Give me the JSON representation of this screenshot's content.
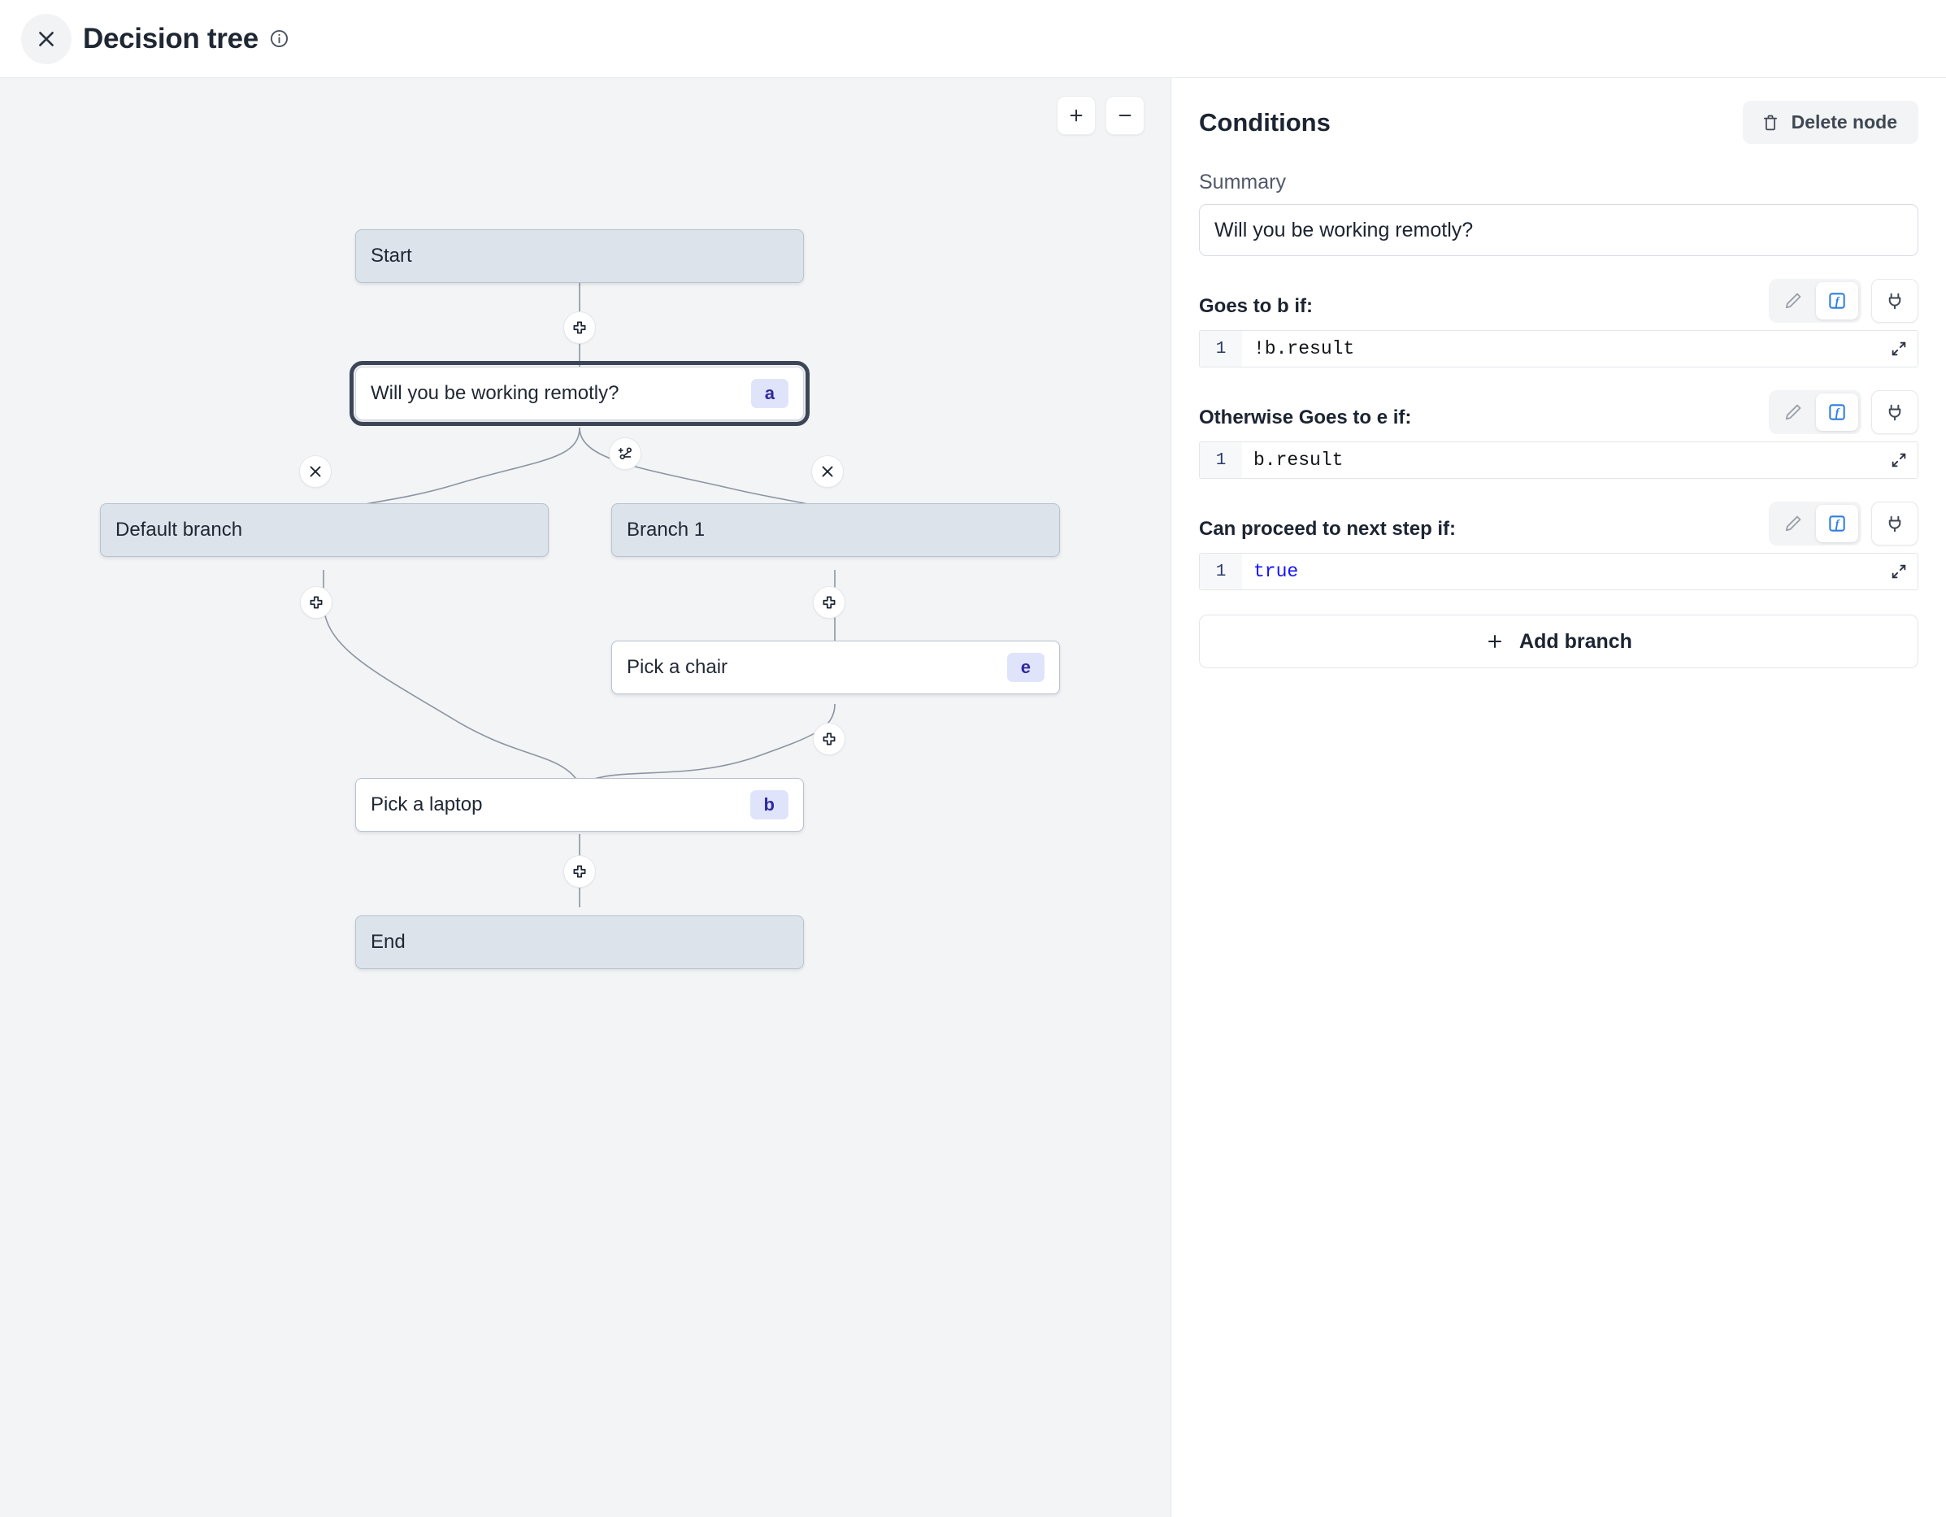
{
  "header": {
    "close_icon": "close-icon",
    "title": "Decision tree",
    "info_icon": "info-icon"
  },
  "canvas": {
    "zoom_in_label": "+",
    "zoom_out_label": "−",
    "nodes": [
      {
        "id": "start",
        "label": "Start",
        "badge": "",
        "style": "shaded",
        "selected": false
      },
      {
        "id": "a",
        "label": "Will you be working remotly?",
        "badge": "a",
        "style": "plain",
        "selected": true
      },
      {
        "id": "def",
        "label": "Default branch",
        "badge": "",
        "style": "shaded",
        "selected": false
      },
      {
        "id": "br1",
        "label": "Branch 1",
        "badge": "",
        "style": "shaded",
        "selected": false
      },
      {
        "id": "e",
        "label": "Pick a chair",
        "badge": "e",
        "style": "plain",
        "selected": false
      },
      {
        "id": "b",
        "label": "Pick a laptop",
        "badge": "b",
        "style": "plain",
        "selected": false
      },
      {
        "id": "end",
        "label": "End",
        "badge": "",
        "style": "shaded",
        "selected": false
      }
    ],
    "handles": [
      {
        "name": "add-step-after-start",
        "icon": "plus-icon"
      },
      {
        "name": "add-branch-handle",
        "icon": "branch-plus-icon"
      },
      {
        "name": "remove-default-branch",
        "icon": "close-icon"
      },
      {
        "name": "remove-branch-1",
        "icon": "close-icon"
      },
      {
        "name": "add-step-default-branch",
        "icon": "plus-icon"
      },
      {
        "name": "add-step-branch-1",
        "icon": "plus-icon"
      },
      {
        "name": "add-step-after-chair",
        "icon": "plus-icon"
      },
      {
        "name": "add-step-before-end",
        "icon": "plus-icon"
      }
    ]
  },
  "panel": {
    "title": "Conditions",
    "delete_label": "Delete node",
    "delete_icon": "trash-icon",
    "summary_label": "Summary",
    "summary_value": "Will you be working remotly?",
    "tool_icons": {
      "edit": "pencil-icon",
      "function": "function-icon",
      "plug": "plug-icon",
      "expand": "expand-icon"
    },
    "conditions": [
      {
        "label": "Goes to b if:",
        "line_no": "1",
        "code": "!b.result",
        "keyword": false
      },
      {
        "label": "Otherwise Goes to e if:",
        "line_no": "1",
        "code": "b.result",
        "keyword": false
      },
      {
        "label": "Can proceed to next step if:",
        "line_no": "1",
        "code": "true",
        "keyword": true
      }
    ],
    "add_branch_label": "Add branch",
    "add_branch_icon": "plus-icon"
  },
  "colors": {
    "canvas_bg": "#f2f4f6",
    "node_shaded": "#dde3ea",
    "badge_bg": "#e0e4fb",
    "badge_text": "#2f2a9e",
    "accent_blue": "#2f7de1",
    "keyword_blue": "#1414ff"
  }
}
